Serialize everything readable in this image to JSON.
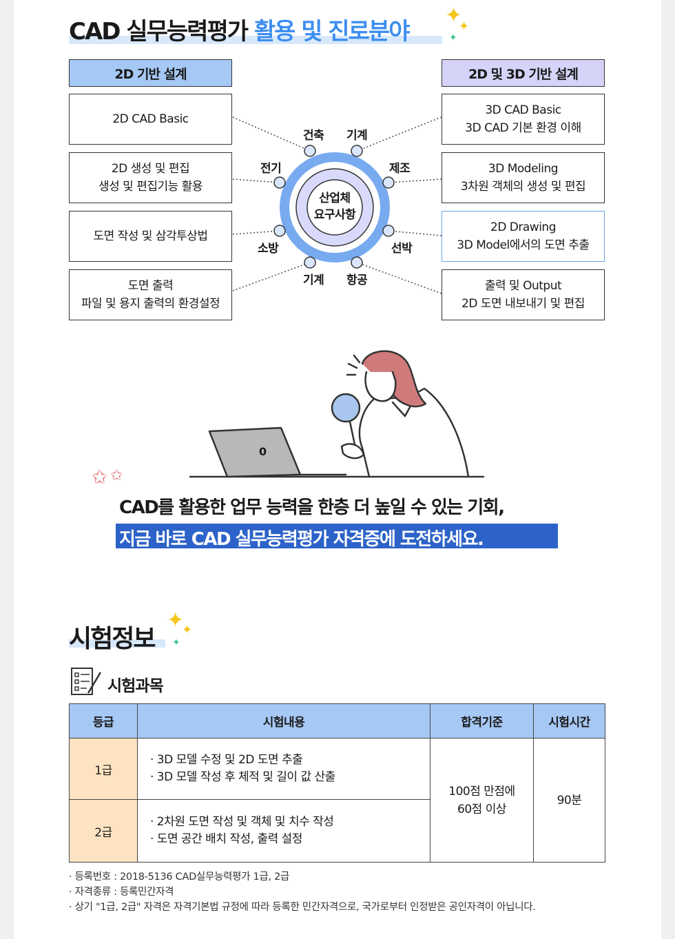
{
  "hero": {
    "title_plain": "CAD 실무능력평가 ",
    "title_highlight": "활용 및 진로분야"
  },
  "diagram": {
    "left_header": "2D 기반 설계",
    "right_header": "2D 및 3D 기반 설계",
    "left_boxes": [
      {
        "line1": "2D CAD Basic",
        "line2": ""
      },
      {
        "line1": "2D 생성 및 편집",
        "line2": "생성 및 편집기능 활용"
      },
      {
        "line1": "도면 작성 및 삼각투상법",
        "line2": ""
      },
      {
        "line1": "도면 출력",
        "line2": "파일 및 용지 출력의 환경설정"
      }
    ],
    "right_boxes": [
      {
        "line1": "3D CAD Basic",
        "line2": "3D CAD 기본 환경 이해"
      },
      {
        "line1": "3D Modeling",
        "line2": "3차원 객체의 생성 및 편집"
      },
      {
        "line1": "2D Drawing",
        "line2": "3D Model에서의 도면 추출"
      },
      {
        "line1": "출력 및 Output",
        "line2": "2D 도면 내보내기 및 편집"
      }
    ],
    "center": {
      "line1": "산업체",
      "line2": "요구사항"
    },
    "industries": [
      "건축",
      "기계",
      "제조",
      "선박",
      "항공",
      "기계",
      "소방",
      "전기"
    ],
    "colors": {
      "ring": "#78aaf0",
      "inner": "#d9d9fb",
      "header_blue": "#a6c8f5",
      "header_purple": "#d5d3f8"
    }
  },
  "illustration": {
    "laptop_logo": "0"
  },
  "tagline": {
    "line1": "CAD를 활용한 업무 능력을 한층 더 높일 수 있는 기회,",
    "line2": "지금 바로 CAD 실무능력평가 자격증에 도전하세요."
  },
  "exam": {
    "section_title": "시험정보",
    "subtitle": "시험과목",
    "table": {
      "headers": [
        "등급",
        "시험내용",
        "합격기준",
        "시험시간"
      ],
      "rows": [
        {
          "grade": "1급",
          "items": [
            "· 3D 모델 수정 및 2D 도면 추출",
            "· 3D 모델 작성 후 체적 및 길이 값 산출"
          ]
        },
        {
          "grade": "2급",
          "items": [
            "· 2차원 도면 작성 및 객체 및 치수 작성",
            "· 도면 공간 배치 작성, 출력 설정"
          ]
        }
      ],
      "pass_criteria": [
        "100점 만점에",
        "60점 이상"
      ],
      "duration": "90분"
    },
    "notes": [
      "· 등록번호 : 2018-5136 CAD실무능력평가 1급, 2급",
      "· 자격종류 : 등록민간자격",
      "· 상기 \"1급, 2급\" 자격은 자격기본법 규정에 따라 등록한 민간자격으로, 국가로부터 인정받은 공인자격이 아닙니다."
    ],
    "colors": {
      "header": "#a6c8f5",
      "grade_cell": "#fde3c2"
    }
  }
}
